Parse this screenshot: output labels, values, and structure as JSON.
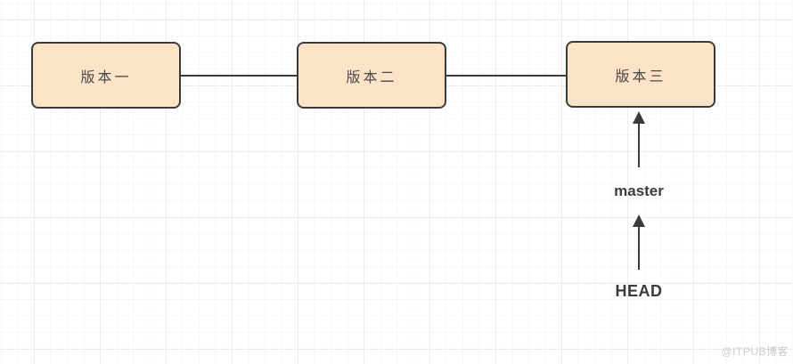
{
  "diagram": {
    "title": "git-version-history-diagram",
    "nodes": [
      {
        "id": "node1",
        "label": "版本一"
      },
      {
        "id": "node2",
        "label": "版本二"
      },
      {
        "id": "node3",
        "label": "版本三"
      }
    ],
    "connectors": [
      {
        "from": "node1",
        "to": "node2"
      },
      {
        "from": "node2",
        "to": "node3"
      }
    ],
    "pointers": [
      {
        "label": "master",
        "points_to": "node3"
      },
      {
        "label": "HEAD",
        "points_to": "master"
      }
    ],
    "colors": {
      "node_fill": "#fce3c8",
      "node_border": "#3b3b3b",
      "node_text": "#4a4a4a",
      "connector_line": "#3b3b3b",
      "arrow": "#3b3b3b",
      "pointer_text": "#3b3b3b",
      "grid_minor": "#f7f7f7",
      "grid_major": "#ececec",
      "watermark_text": "#c9c9ce"
    }
  },
  "watermark": {
    "text": "@ITPUB博客"
  }
}
